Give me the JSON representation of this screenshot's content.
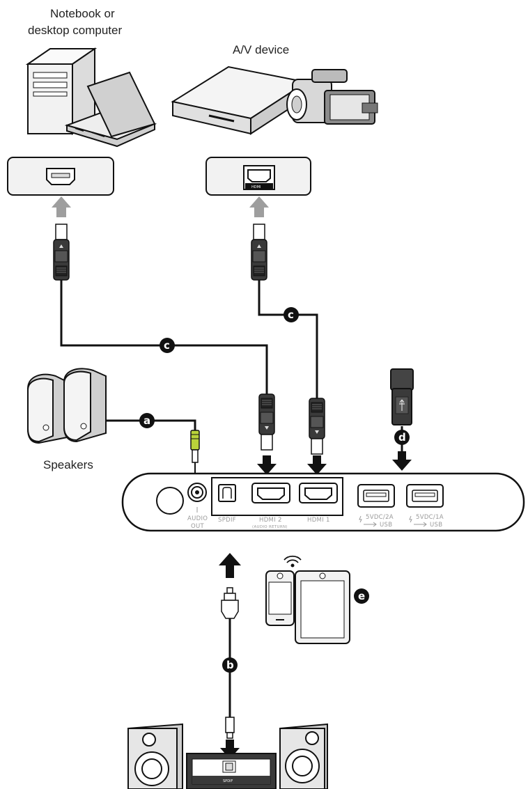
{
  "devices": {
    "computer_label_line1": "Notebook or",
    "computer_label_line2": "desktop computer",
    "av_label": "A/V device",
    "speakers_label": "Speakers"
  },
  "projector_ports": {
    "audio_out_line1": "AUDIO",
    "audio_out_line2": "OUT",
    "spdif": "SPDIF",
    "hdmi2": "HDMI 2",
    "hdmi2_sub": "(AUDIO RETURN)",
    "hdmi1": "HDMI 1",
    "usb1_power": "5VDC/2A",
    "usb1_label": "USB",
    "usb2_power": "5VDC/1A",
    "usb2_label": "USB"
  },
  "connector_labels": {
    "hdmi_logo": "HDMI",
    "spdif_receiver": "SPDIF"
  },
  "callouts": {
    "a": "a",
    "b": "b",
    "c1": "c",
    "c2": "c",
    "d": "d",
    "e": "e"
  },
  "colors": {
    "line": "#111111",
    "cable_body": "#3a3a3a",
    "arrow_gray": "#9e9e9e",
    "audio_plug": "#b9d23a",
    "device_fill": "#f2f2f2",
    "badge": "#111111"
  }
}
